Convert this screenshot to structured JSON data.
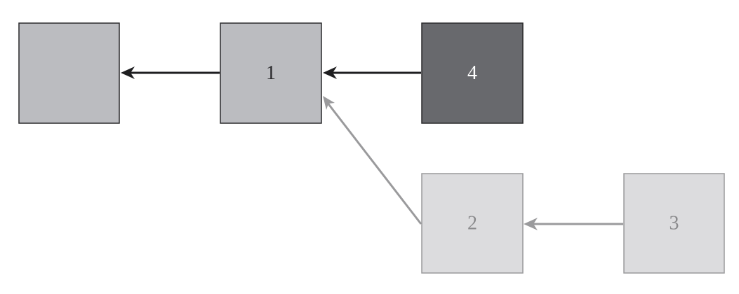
{
  "diagram": {
    "nodes": [
      {
        "id": "left",
        "label": "",
        "fill": "#bbbcc0",
        "stroke": "#2a2a2c",
        "text_color": "#2a2a2c"
      },
      {
        "id": "node1",
        "label": "1",
        "fill": "#bbbcc0",
        "stroke": "#2a2a2c",
        "text_color": "#2a2a2c"
      },
      {
        "id": "node4",
        "label": "4",
        "fill": "#68696d",
        "stroke": "#2a2a2c",
        "text_color": "#ffffff"
      },
      {
        "id": "node2",
        "label": "2",
        "fill": "#dcdcde",
        "stroke": "#9a9a9c",
        "text_color": "#8a8a8c"
      },
      {
        "id": "node3",
        "label": "3",
        "fill": "#dcdcde",
        "stroke": "#9a9a9c",
        "text_color": "#8a8a8c"
      }
    ],
    "edges": [
      {
        "from": "node1",
        "to": "left",
        "color": "#1e1e20",
        "style": "solid-dark"
      },
      {
        "from": "node4",
        "to": "node1",
        "color": "#1e1e20",
        "style": "solid-dark"
      },
      {
        "from": "node2",
        "to": "node1",
        "color": "#9a9a9c",
        "style": "solid-light"
      },
      {
        "from": "node3",
        "to": "node2",
        "color": "#9a9a9c",
        "style": "solid-light"
      }
    ]
  }
}
